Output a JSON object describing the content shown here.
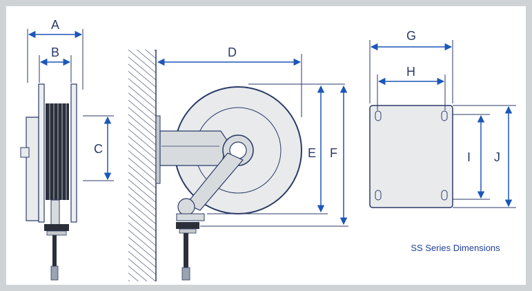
{
  "caption": "SS Series Dimensions",
  "labels": {
    "A": "A",
    "B": "B",
    "C": "C",
    "D": "D",
    "E": "E",
    "F": "F",
    "G": "G",
    "H": "H",
    "I": "I",
    "J": "J"
  },
  "colors": {
    "frame": "#cfd3d6",
    "panel": "#ffffff",
    "line": "#2a3a66",
    "arrow": "#1c57b8",
    "reel": "#e8eaec",
    "caption": "#1f3e9a"
  }
}
